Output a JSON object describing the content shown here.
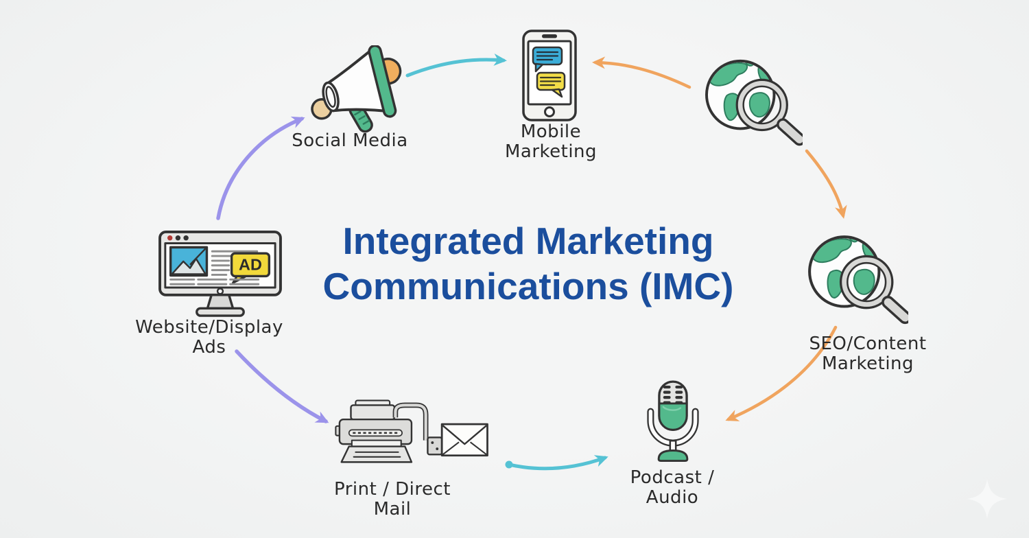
{
  "title": {
    "line1": "Integrated Marketing",
    "line2": "Communications (IMC)"
  },
  "nodes": {
    "social_media": {
      "label": "Social Media",
      "icon": "megaphone-icon"
    },
    "mobile_marketing": {
      "label": "Mobile Marketing",
      "icon": "smartphone-chat-icon"
    },
    "search_globe": {
      "label": "",
      "icon": "globe-magnifier-icon"
    },
    "seo_content": {
      "label": "SEO/Content Marketing",
      "icon": "globe-magnifier-icon"
    },
    "podcast_audio": {
      "label": "Podcast / Audio",
      "icon": "microphone-icon"
    },
    "print_direct_mail": {
      "label": "Print / Direct Mail",
      "icon": "printer-envelope-icon"
    },
    "website_display_ads": {
      "label": "Website/Display Ads",
      "icon": "monitor-browser-icon"
    }
  },
  "icon_text": {
    "ad_badge": "AD"
  },
  "connections": [
    {
      "from": "website_display_ads",
      "to": "social_media",
      "color": "purple"
    },
    {
      "from": "social_media",
      "to": "mobile_marketing",
      "color": "teal"
    },
    {
      "from": "search_globe",
      "to": "mobile_marketing",
      "color": "orange"
    },
    {
      "from": "search_globe",
      "to": "seo_content",
      "color": "orange"
    },
    {
      "from": "seo_content",
      "to": "podcast_audio",
      "color": "orange"
    },
    {
      "from": "print_direct_mail",
      "to": "podcast_audio",
      "color": "teal"
    },
    {
      "from": "website_display_ads",
      "to": "print_direct_mail",
      "color": "purple"
    }
  ],
  "colors": {
    "background": "#f2f3f3",
    "title_blue": "#1b4e9d",
    "label_ink": "#2a2a2a",
    "outline_ink": "#333333",
    "green": "#53b98c",
    "green_dark": "#2e7d5e",
    "teal_arrow": "#55c2d4",
    "purple_arrow": "#9b93ea",
    "orange_arrow": "#f0a45e",
    "orange_circle": "#f0ae5e",
    "tan_circle": "#ecd0a0",
    "blue_bubble": "#3badd8",
    "yellow_bubble": "#f2dd48",
    "ad_yellow": "#f2d93b",
    "red_dot": "#b23a35",
    "gray_fill": "#dcdcda"
  }
}
